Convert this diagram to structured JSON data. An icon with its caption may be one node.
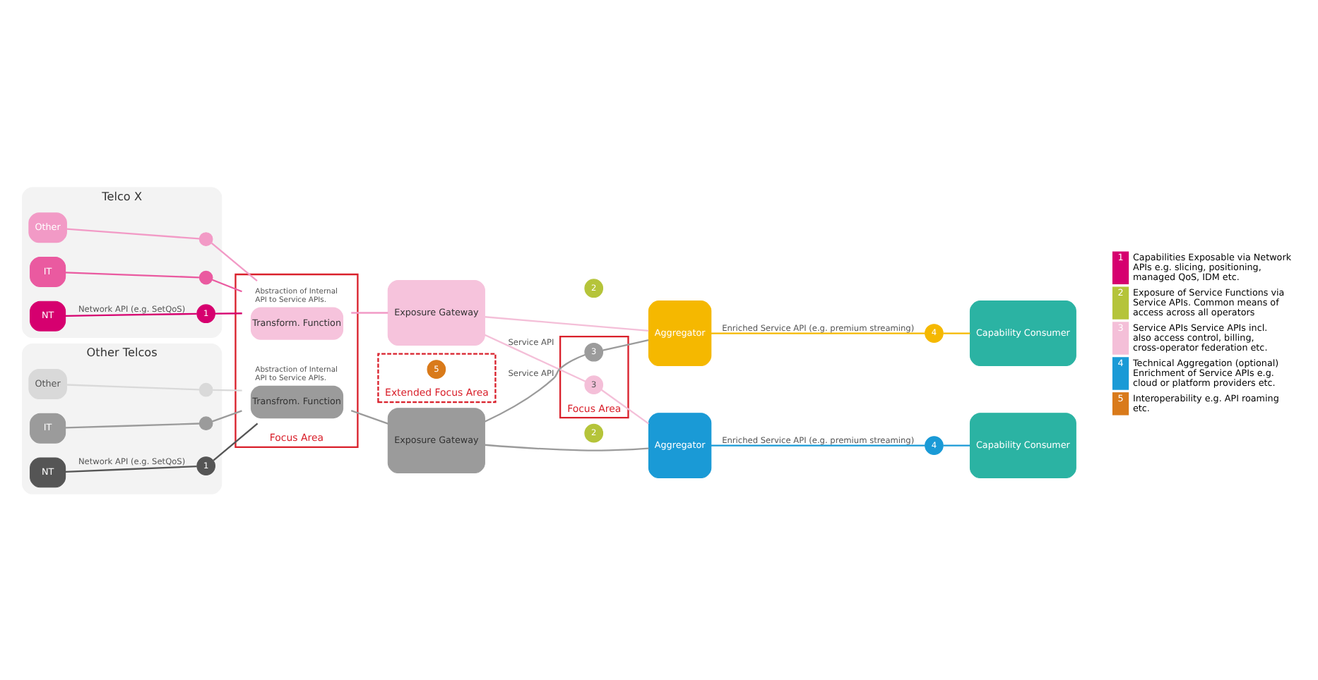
{
  "diagram": {
    "nodes": [
      {
        "text": [
          "Telco X"
        ]
      },
      {
        "text": [
          "Other"
        ],
        "in": 0
      },
      {
        "text": [
          "IT"
        ],
        "in": 0
      },
      {
        "text": [
          "NT"
        ],
        "in": 0
      },
      {
        "text": [],
        "shape": "circle",
        "in": 0
      },
      {
        "text": [],
        "shape": "circle",
        "in": 0
      },
      {
        "text": [
          "1"
        ],
        "in": 0
      },
      {
        "text": [
          "Other Telcos"
        ]
      },
      {
        "text": [
          "Other"
        ],
        "in": 7
      },
      {
        "text": [
          "IT"
        ],
        "in": 7
      },
      {
        "text": [
          "NT"
        ],
        "in": 7
      },
      {
        "text": [],
        "shape": "circle",
        "in": 7
      },
      {
        "text": [],
        "shape": "circle",
        "in": 7
      },
      {
        "text": [
          "1"
        ],
        "in": 7
      },
      {
        "text": [
          "Focus Area"
        ]
      },
      {
        "text": [
          "Transform. Function"
        ],
        "in": 14,
        "beside": [
          "Abstraction of Internal API to Service APIs."
        ]
      },
      {
        "text": [
          "Transfrom. Function"
        ],
        "in": 14,
        "beside": [
          "Abstraction of Internal API to Service APIs."
        ]
      },
      {
        "text": [
          "2"
        ]
      },
      {
        "text": [
          "Exposure Gateway"
        ]
      },
      {
        "text": [
          "Extended Focus Area"
        ]
      },
      {
        "text": [
          "5"
        ],
        "in": 19
      },
      {
        "text": [
          "2"
        ]
      },
      {
        "text": [
          "Exposure Gateway"
        ]
      },
      {
        "text": [
          "Focus Area"
        ]
      },
      {
        "text": [
          "3"
        ],
        "in": 23
      },
      {
        "text": [
          "3"
        ],
        "in": 23
      },
      {
        "text": [
          "Aggregator"
        ]
      },
      {
        "text": [
          "Aggregator"
        ]
      },
      {
        "text": [
          "4"
        ]
      },
      {
        "text": [
          "4"
        ]
      },
      {
        "text": [
          "Capability Consumer"
        ]
      },
      {
        "text": [
          "Capability Consumer"
        ]
      }
    ],
    "edges": [
      {
        "from": 1,
        "to": 4,
        "arrow": "none",
        "color": "#f29ac6"
      },
      {
        "from": 4,
        "to": 15,
        "arrow": "none",
        "color": "#f29ac6"
      },
      {
        "from": 2,
        "to": 5,
        "arrow": "none",
        "color": "#ea5aa0"
      },
      {
        "from": 5,
        "to": 15,
        "arrow": "none",
        "color": "#ea5aa0"
      },
      {
        "from": 3,
        "to": 6,
        "arrow": "none",
        "label": "Network API (e.g. SetQoS)",
        "color": "#d6006f"
      },
      {
        "from": 6,
        "to": 15,
        "arrow": "none",
        "color": "#d6006f"
      },
      {
        "from": 8,
        "to": 11,
        "arrow": "none",
        "color": "#d9d9d9"
      },
      {
        "from": 11,
        "to": 16,
        "arrow": "none",
        "color": "#d9d9d9"
      },
      {
        "from": 9,
        "to": 12,
        "arrow": "none",
        "color": "#9b9b9b"
      },
      {
        "from": 12,
        "to": 16,
        "arrow": "none",
        "color": "#9b9b9b"
      },
      {
        "from": 10,
        "to": 13,
        "arrow": "none",
        "label": "Network API (e.g. SetQoS)",
        "color": "#555555"
      },
      {
        "from": 13,
        "to": 16,
        "arrow": "none",
        "color": "#555555"
      },
      {
        "from": 15,
        "to": 18,
        "arrow": "none",
        "color": "#f29ac6"
      },
      {
        "from": 16,
        "to": 22,
        "arrow": "none",
        "color": "#9b9b9b"
      },
      {
        "from": 18,
        "to": 24,
        "arrow": "none",
        "label": "Service API",
        "color": "#f4bfd8"
      },
      {
        "from": 24,
        "to": 26,
        "arrow": "none",
        "color": "#f4bfd8"
      },
      {
        "from": 22,
        "to": 25,
        "arrow": "none",
        "label": "Service API",
        "color": "#9b9b9b"
      },
      {
        "from": 25,
        "to": 27,
        "arrow": "none",
        "color": "#9b9b9b"
      },
      {
        "from": 18,
        "to": 27,
        "arrow": "none",
        "color": "#f4bfd8"
      },
      {
        "from": 22,
        "to": 26,
        "arrow": "none",
        "color": "#9b9b9b"
      },
      {
        "from": 26,
        "to": 28,
        "arrow": "none",
        "label": "Enriched Service API (e.g. premium streaming)",
        "color": "#1a9ad6"
      },
      {
        "from": 28,
        "to": 30,
        "arrow": "none",
        "color": "#1a9ad6"
      },
      {
        "from": 27,
        "to": 29,
        "arrow": "none",
        "label": "Enriched Service API (e.g. premium streaming)",
        "color": "#f5b800"
      },
      {
        "from": 29,
        "to": 31,
        "arrow": "none",
        "color": "#f5b800"
      }
    ],
    "labels": [
      "1",
      "2",
      "3",
      "4",
      "5"
    ],
    "legend": [
      {
        "text": "Capabilities Exposable via Network APIs e.g. slicing, positioning, managed QoS, IDM etc.",
        "color": "#d6006f"
      },
      {
        "text": "Exposure of Service Functions via Service APIs. Common means of access across all operators",
        "color": "#b5c43a"
      },
      {
        "text": "Service APIs Service APIs incl. also access control, billing, cross-operator federation etc.",
        "color": "#f4bfd8"
      },
      {
        "text": "Technical Aggregation (optional) Enrichment of Service APIs e.g. cloud or platform providers etc.",
        "color": "#1a9ad6"
      },
      {
        "text": "Interoperability e.g. API roaming etc.",
        "color": "#d97a1a"
      }
    ]
  }
}
